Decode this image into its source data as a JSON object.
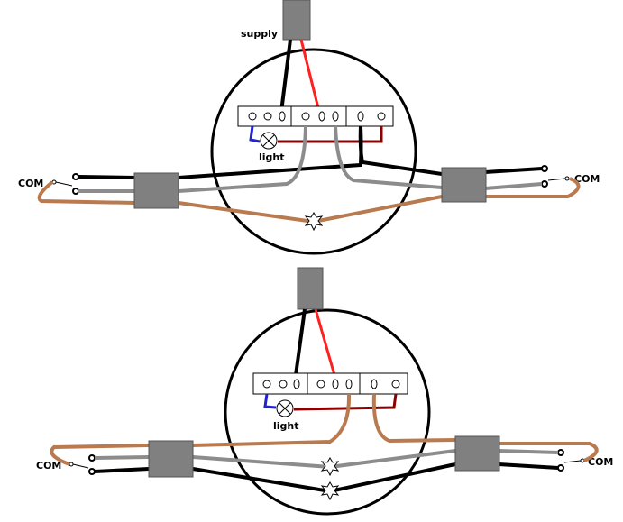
{
  "labels": {
    "supply": "supply",
    "light": "light",
    "com": "COM"
  },
  "colors": {
    "live": "#ff2020",
    "neutral": "#000000",
    "switched_live": "#8b0000",
    "strapper_grey": "#8c8c8c",
    "strapper_brown": "#b87a4e",
    "lamp_blue": "#2323cc",
    "junction_box": "#808080"
  },
  "icons": {
    "terminal": "terminal-icon",
    "lamp": "lamp-icon",
    "connector": "wire-connector-icon",
    "switch": "two-way-switch-icon"
  }
}
